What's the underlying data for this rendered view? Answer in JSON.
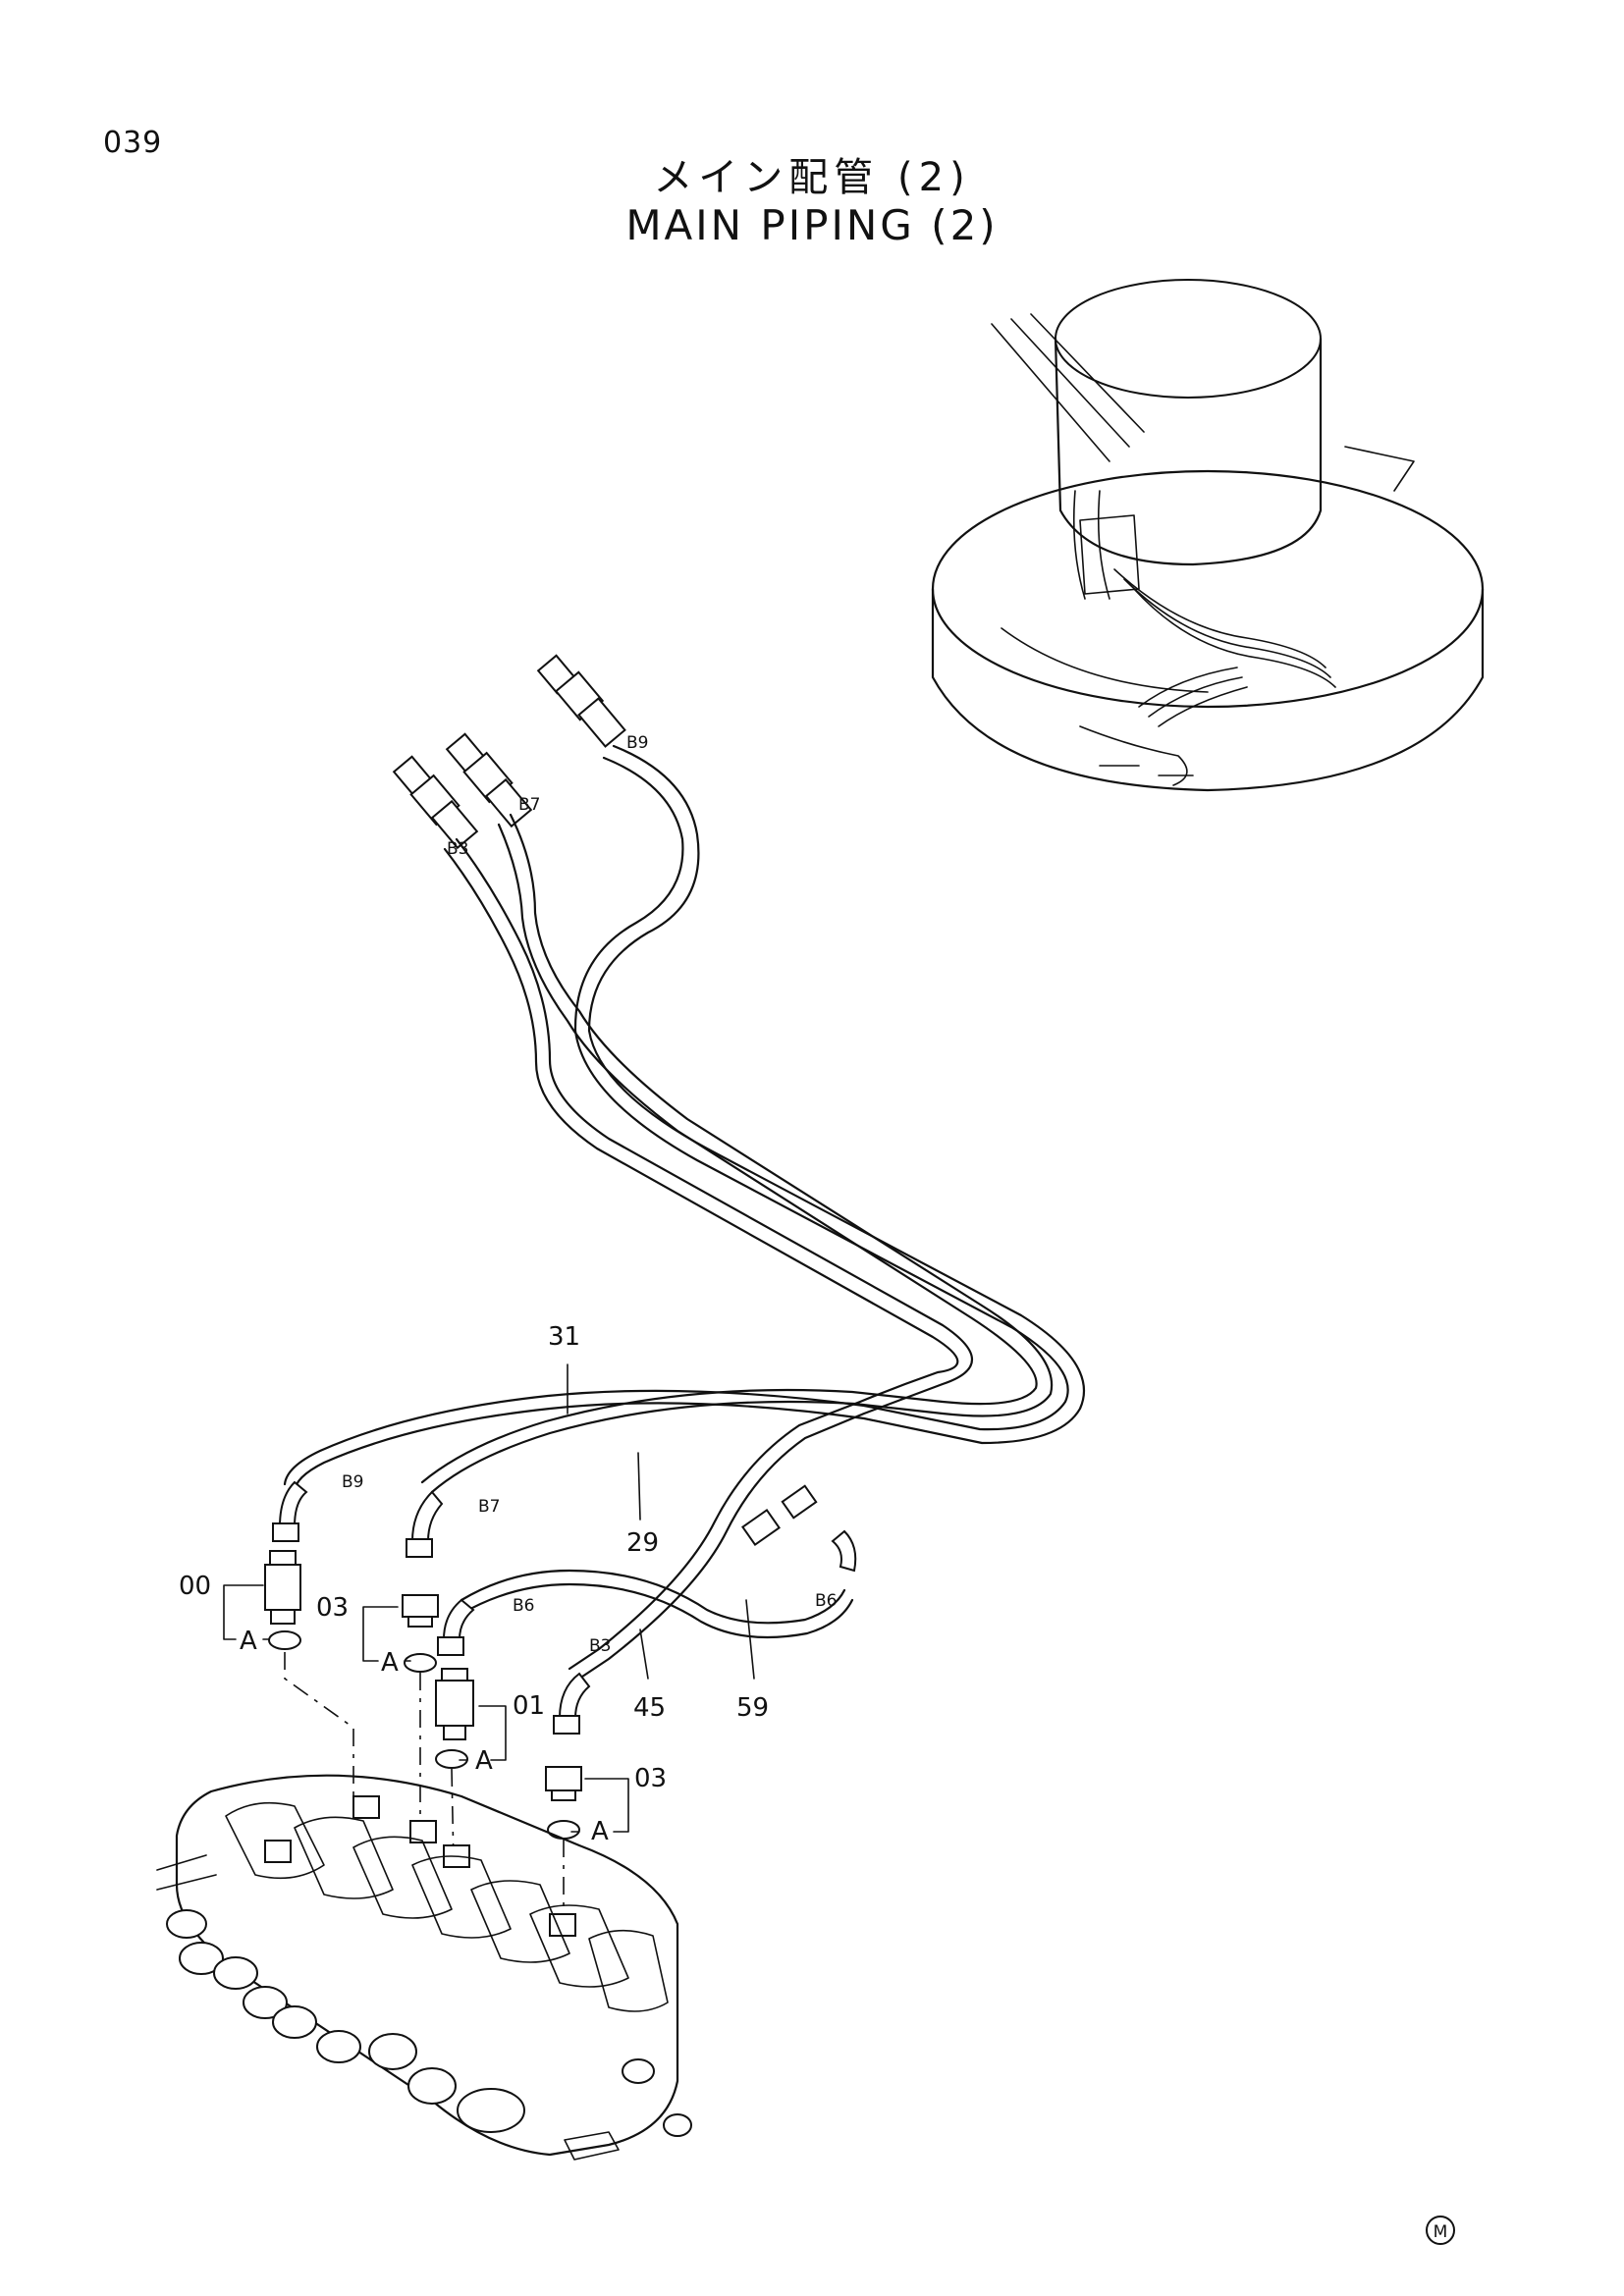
{
  "page": {
    "number": "039"
  },
  "title": {
    "ja": "メイン配管 (2)",
    "en": "MAIN PIPING (2)"
  },
  "callouts": {
    "p31": "31",
    "p29": "29",
    "p45": "45",
    "p59": "59",
    "p00": "00",
    "p03a": "03",
    "p01": "01",
    "p03b": "03",
    "ref_a1": "A",
    "ref_a2": "A",
    "ref_a3": "A",
    "ref_a4": "A"
  },
  "port_marks": {
    "top_b9": "B9",
    "top_b7": "B7",
    "top_b3": "B3",
    "low_b9": "B9",
    "low_b7": "B7",
    "low_b6_left": "B6",
    "low_b6_right": "B6",
    "low_b3": "B3"
  },
  "footer": {
    "mark": "M"
  }
}
